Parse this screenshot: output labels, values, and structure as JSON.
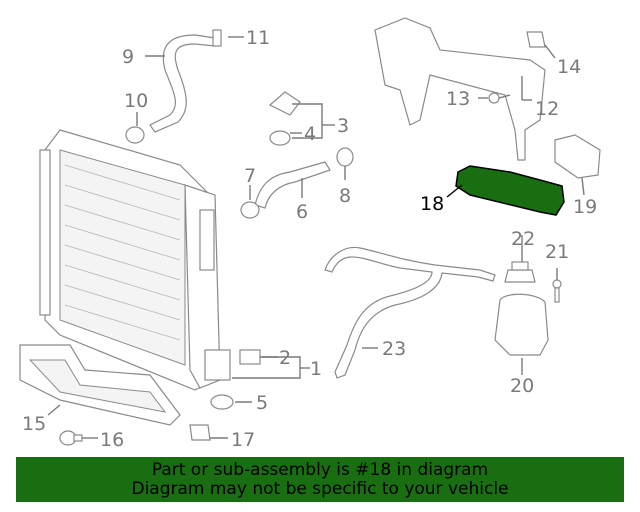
{
  "labels": {
    "p1": "1",
    "p2": "2",
    "p3": "3",
    "p4": "4",
    "p5": "5",
    "p6": "6",
    "p7": "7",
    "p8": "8",
    "p9": "9",
    "p10": "10",
    "p11": "11",
    "p12": "12",
    "p13": "13",
    "p14": "14",
    "p15": "15",
    "p16": "16",
    "p17": "17",
    "p18": "18",
    "p19": "19",
    "p20": "20",
    "p21": "21",
    "p22": "22",
    "p23": "23"
  },
  "highlight_color": "#1a6e12",
  "banner": {
    "line1": "Part or sub-assembly is #18 in diagram",
    "line2": "Diagram may not be specific to your vehicle"
  }
}
